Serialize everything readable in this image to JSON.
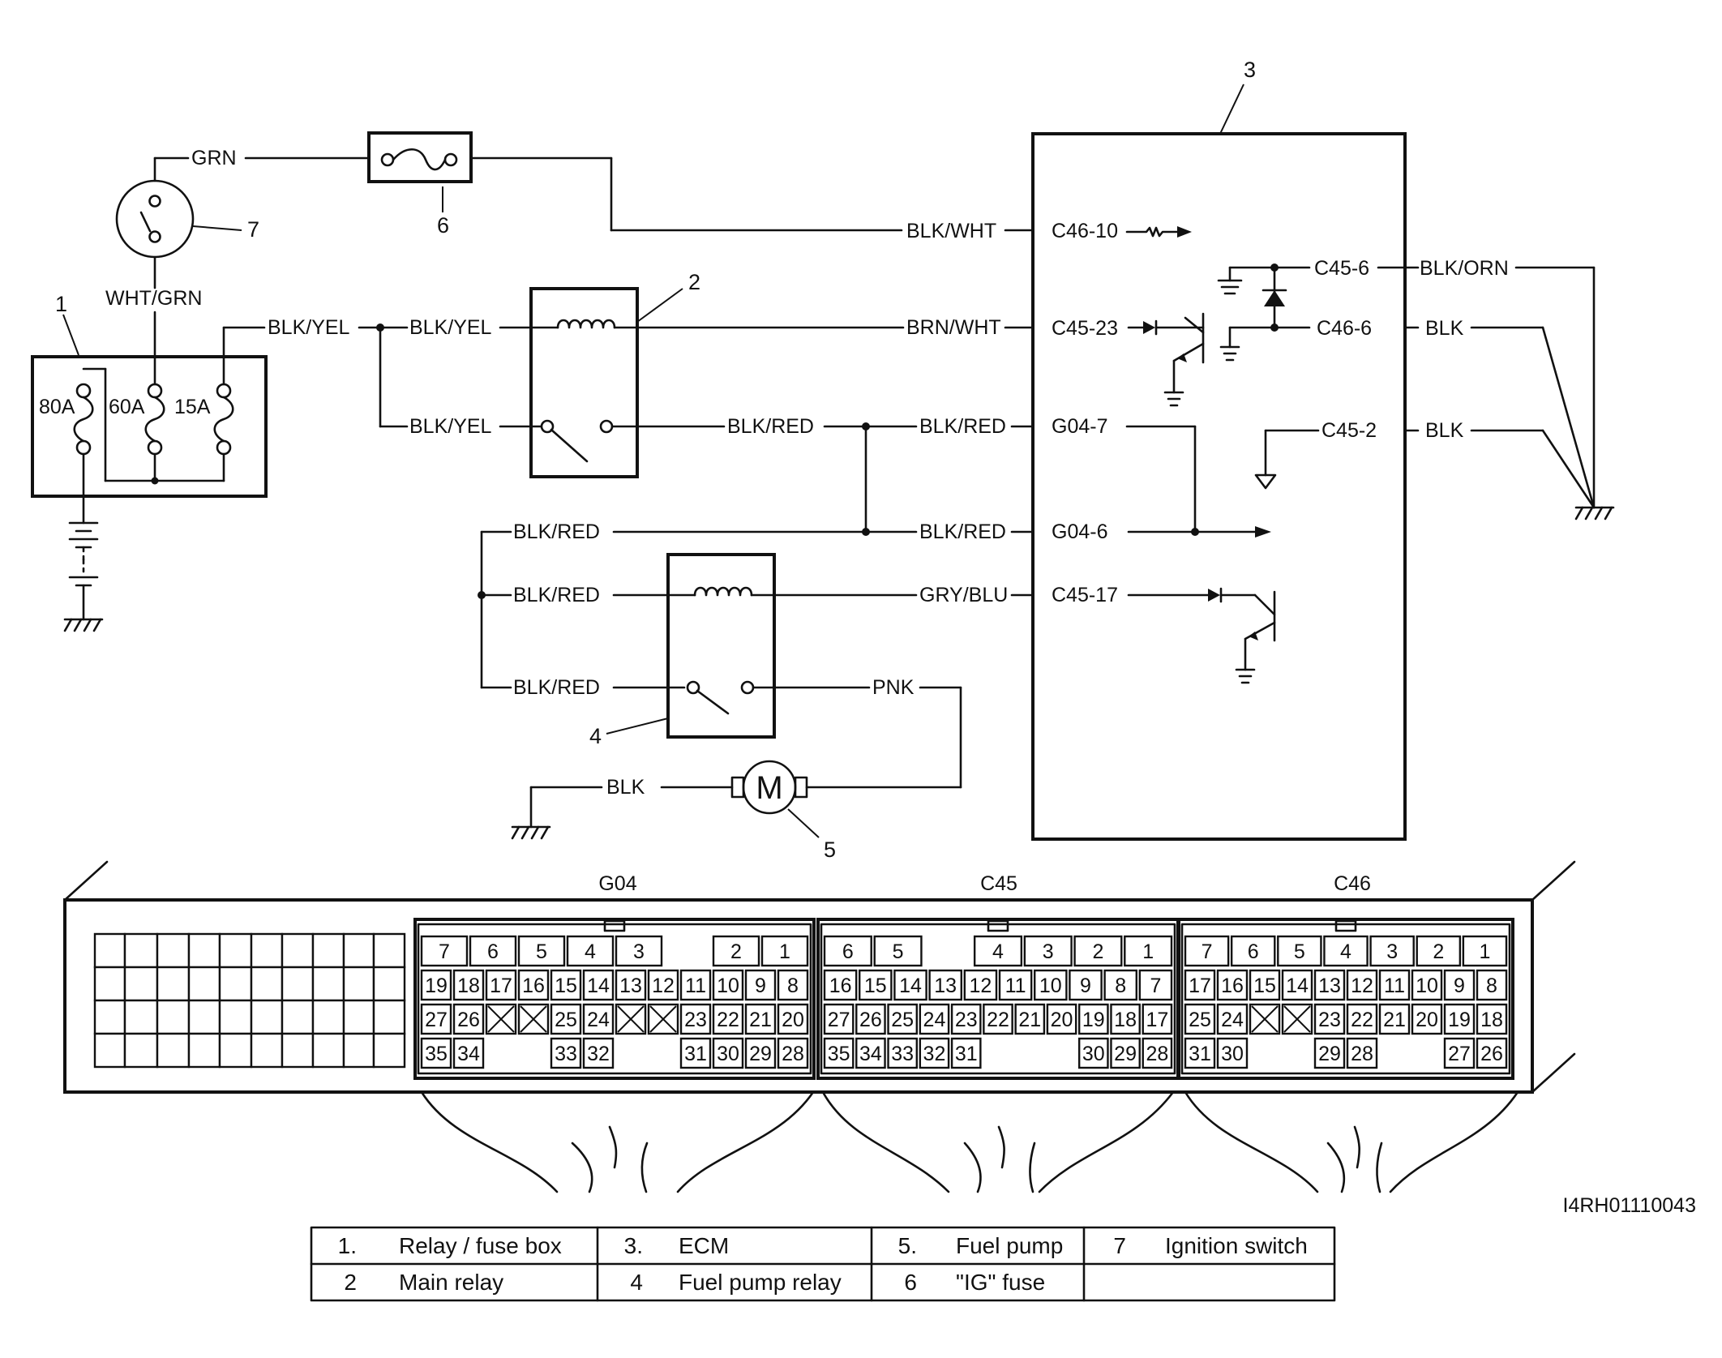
{
  "figure_id": "I4RH01110043",
  "callouts": {
    "c1": "1",
    "c2": "2",
    "c3": "3",
    "c4": "4",
    "c5": "5",
    "c6": "6",
    "c7": "7"
  },
  "fuses": {
    "f80": "80A",
    "f60": "60A",
    "f15": "15A"
  },
  "wires": {
    "grn": "GRN",
    "wht_grn": "WHT/GRN",
    "blk_yel_1": "BLK/YEL",
    "blk_yel_2": "BLK/YEL",
    "blk_yel_3": "BLK/YEL",
    "blk_wht": "BLK/WHT",
    "brn_wht": "BRN/WHT",
    "blk_red_1": "BLK/RED",
    "blk_red_2": "BLK/RED",
    "blk_red_3": "BLK/RED",
    "blk_red_4": "BLK/RED",
    "blk_red_5": "BLK/RED",
    "blk_red_6": "BLK/RED",
    "gry_blu": "GRY/BLU",
    "pnk": "PNK",
    "blk_pump": "BLK",
    "blk_orn": "BLK/ORN",
    "blk_1": "BLK",
    "blk_2": "BLK"
  },
  "ecm_terminals": {
    "c46_10": "C46-10",
    "c45_6": "C45-6",
    "c45_23": "C45-23",
    "c46_6": "C46-6",
    "g04_7": "G04-7",
    "c45_2": "C45-2",
    "g04_6": "G04-6",
    "c45_17": "C45-17"
  },
  "motor_symbol": "M",
  "connectors": {
    "g04": {
      "name": "G04",
      "row1": [
        "7",
        "6",
        "5",
        "4",
        "3",
        "",
        "2",
        "1"
      ],
      "row2": [
        "19",
        "18",
        "17",
        "16",
        "15",
        "14",
        "13",
        "12",
        "11",
        "10",
        "9",
        "8"
      ],
      "row3": [
        "27",
        "26",
        "X",
        "X",
        "25",
        "24",
        "X",
        "X",
        "23",
        "22",
        "21",
        "20"
      ],
      "row4": [
        "35",
        "34",
        "",
        "",
        "33",
        "32",
        "",
        "",
        "31",
        "30",
        "29",
        "28"
      ]
    },
    "c45": {
      "name": "C45",
      "row1": [
        "6",
        "5",
        "",
        "4",
        "3",
        "2",
        "1"
      ],
      "row2": [
        "16",
        "15",
        "14",
        "13",
        "12",
        "11",
        "10",
        "9",
        "8",
        "7"
      ],
      "row3": [
        "27",
        "26",
        "25",
        "24",
        "23",
        "22",
        "21",
        "20",
        "19",
        "18",
        "17"
      ],
      "row4": [
        "35",
        "34",
        "33",
        "32",
        "31",
        "",
        "",
        "",
        "30",
        "29",
        "28"
      ]
    },
    "c46": {
      "name": "C46",
      "row1": [
        "7",
        "6",
        "5",
        "4",
        "3",
        "2",
        "1"
      ],
      "row2": [
        "17",
        "16",
        "15",
        "14",
        "13",
        "12",
        "11",
        "10",
        "9",
        "8"
      ],
      "row3": [
        "25",
        "24",
        "X",
        "X",
        "23",
        "22",
        "21",
        "20",
        "19",
        "18"
      ],
      "row4": [
        "31",
        "30",
        "",
        "",
        "29",
        "28",
        "",
        "",
        "27",
        "26"
      ]
    }
  },
  "legend": [
    {
      "num": "1.",
      "text": "Relay / fuse box"
    },
    {
      "num": "3.",
      "text": "ECM"
    },
    {
      "num": "5.",
      "text": "Fuel pump"
    },
    {
      "num": "7",
      "text": "Ignition switch"
    },
    {
      "num": "2",
      "text": "Main relay"
    },
    {
      "num": "4",
      "text": "Fuel pump relay"
    },
    {
      "num": "6",
      "text": "\"IG\" fuse"
    },
    {
      "num": "",
      "text": ""
    }
  ]
}
